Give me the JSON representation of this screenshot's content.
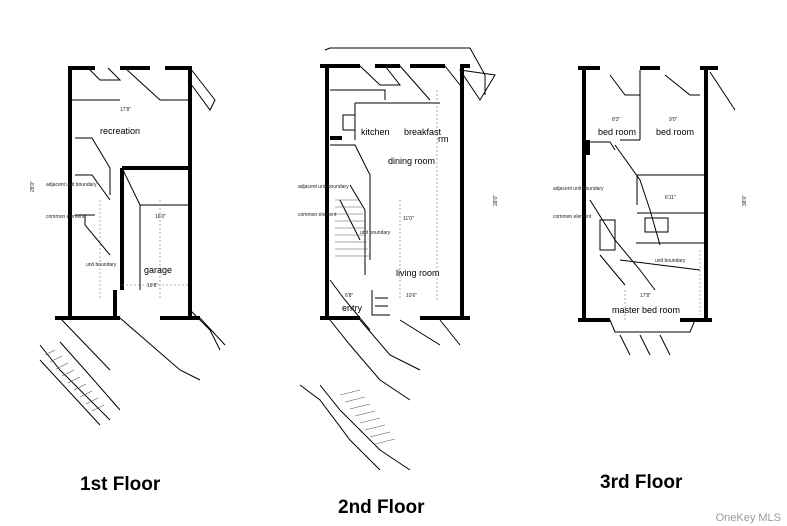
{
  "floors": [
    {
      "caption": "1st Floor",
      "rooms": {
        "recreation": "recreation",
        "garage": "garage"
      },
      "dims": {
        "recreation_width": "17'8\"",
        "garage_width": "16'0\"",
        "garage_depth": "10'8\"",
        "height": "28'0\""
      },
      "notes": {
        "unit_boundary": "unit boundary",
        "adjacent": "adjacent unit boundary",
        "common": "common element"
      }
    },
    {
      "caption": "2nd Floor",
      "rooms": {
        "kitchen": "kitchen",
        "breakfast": "breakfast",
        "breakfast_rm": "rm",
        "dining": "dining room",
        "living": "living room",
        "entry": "entry"
      },
      "dims": {
        "width": "11'0\"",
        "living_width": "10'6\"",
        "entry": "6'8\"",
        "height": "28'0\""
      },
      "notes": {
        "unit_boundary": "unit boundary",
        "adjacent": "adjacent unit boundary",
        "common": "common element"
      }
    },
    {
      "caption": "3rd Floor",
      "rooms": {
        "bed1": "bed room",
        "bed2": "bed room",
        "master": "master bed room"
      },
      "dims": {
        "bed1": "8'3\"",
        "bed2": "9'0\"",
        "hall": "6'11\"",
        "master": "17'8\"",
        "height": "38'0\""
      },
      "notes": {
        "unit_boundary": "unit boundary",
        "adjacent": "adjacent unit boundary",
        "common": "common element"
      }
    }
  ],
  "watermark": "OneKey MLS"
}
